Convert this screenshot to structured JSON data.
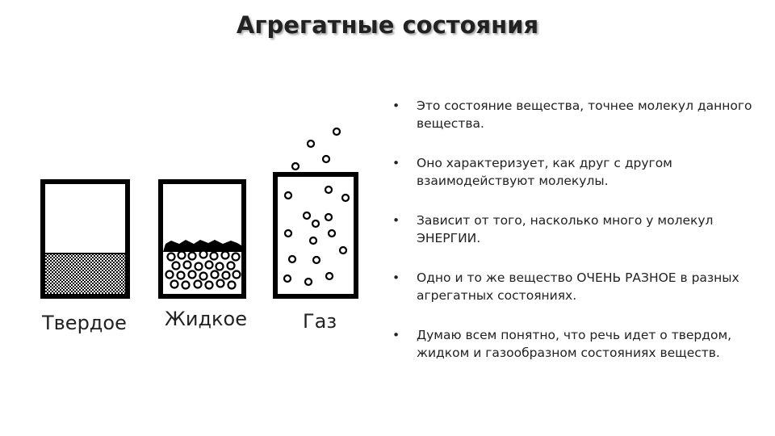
{
  "slide": {
    "title": "Агрегатные состояния"
  },
  "figure": {
    "solid_label": "Твердое",
    "liquid_label": "Жидкое",
    "gas_label": "Газ"
  },
  "bullet_marker": "•",
  "bullets": [
    "Это состояние вещества, точнее молекул данного вещества.",
    "Оно характеризует, как друг с другом взаимодействуют молекулы.",
    "Зависит от того, насколько много у молекул ЭНЕРГИИ.",
    "Одно и то же вещество ОЧЕНЬ РАЗНОЕ в разных агрегатных состояниях.",
    "Думаю всем понятно, что речь идет о твердом, жидком и газообразном состояниях веществ."
  ]
}
